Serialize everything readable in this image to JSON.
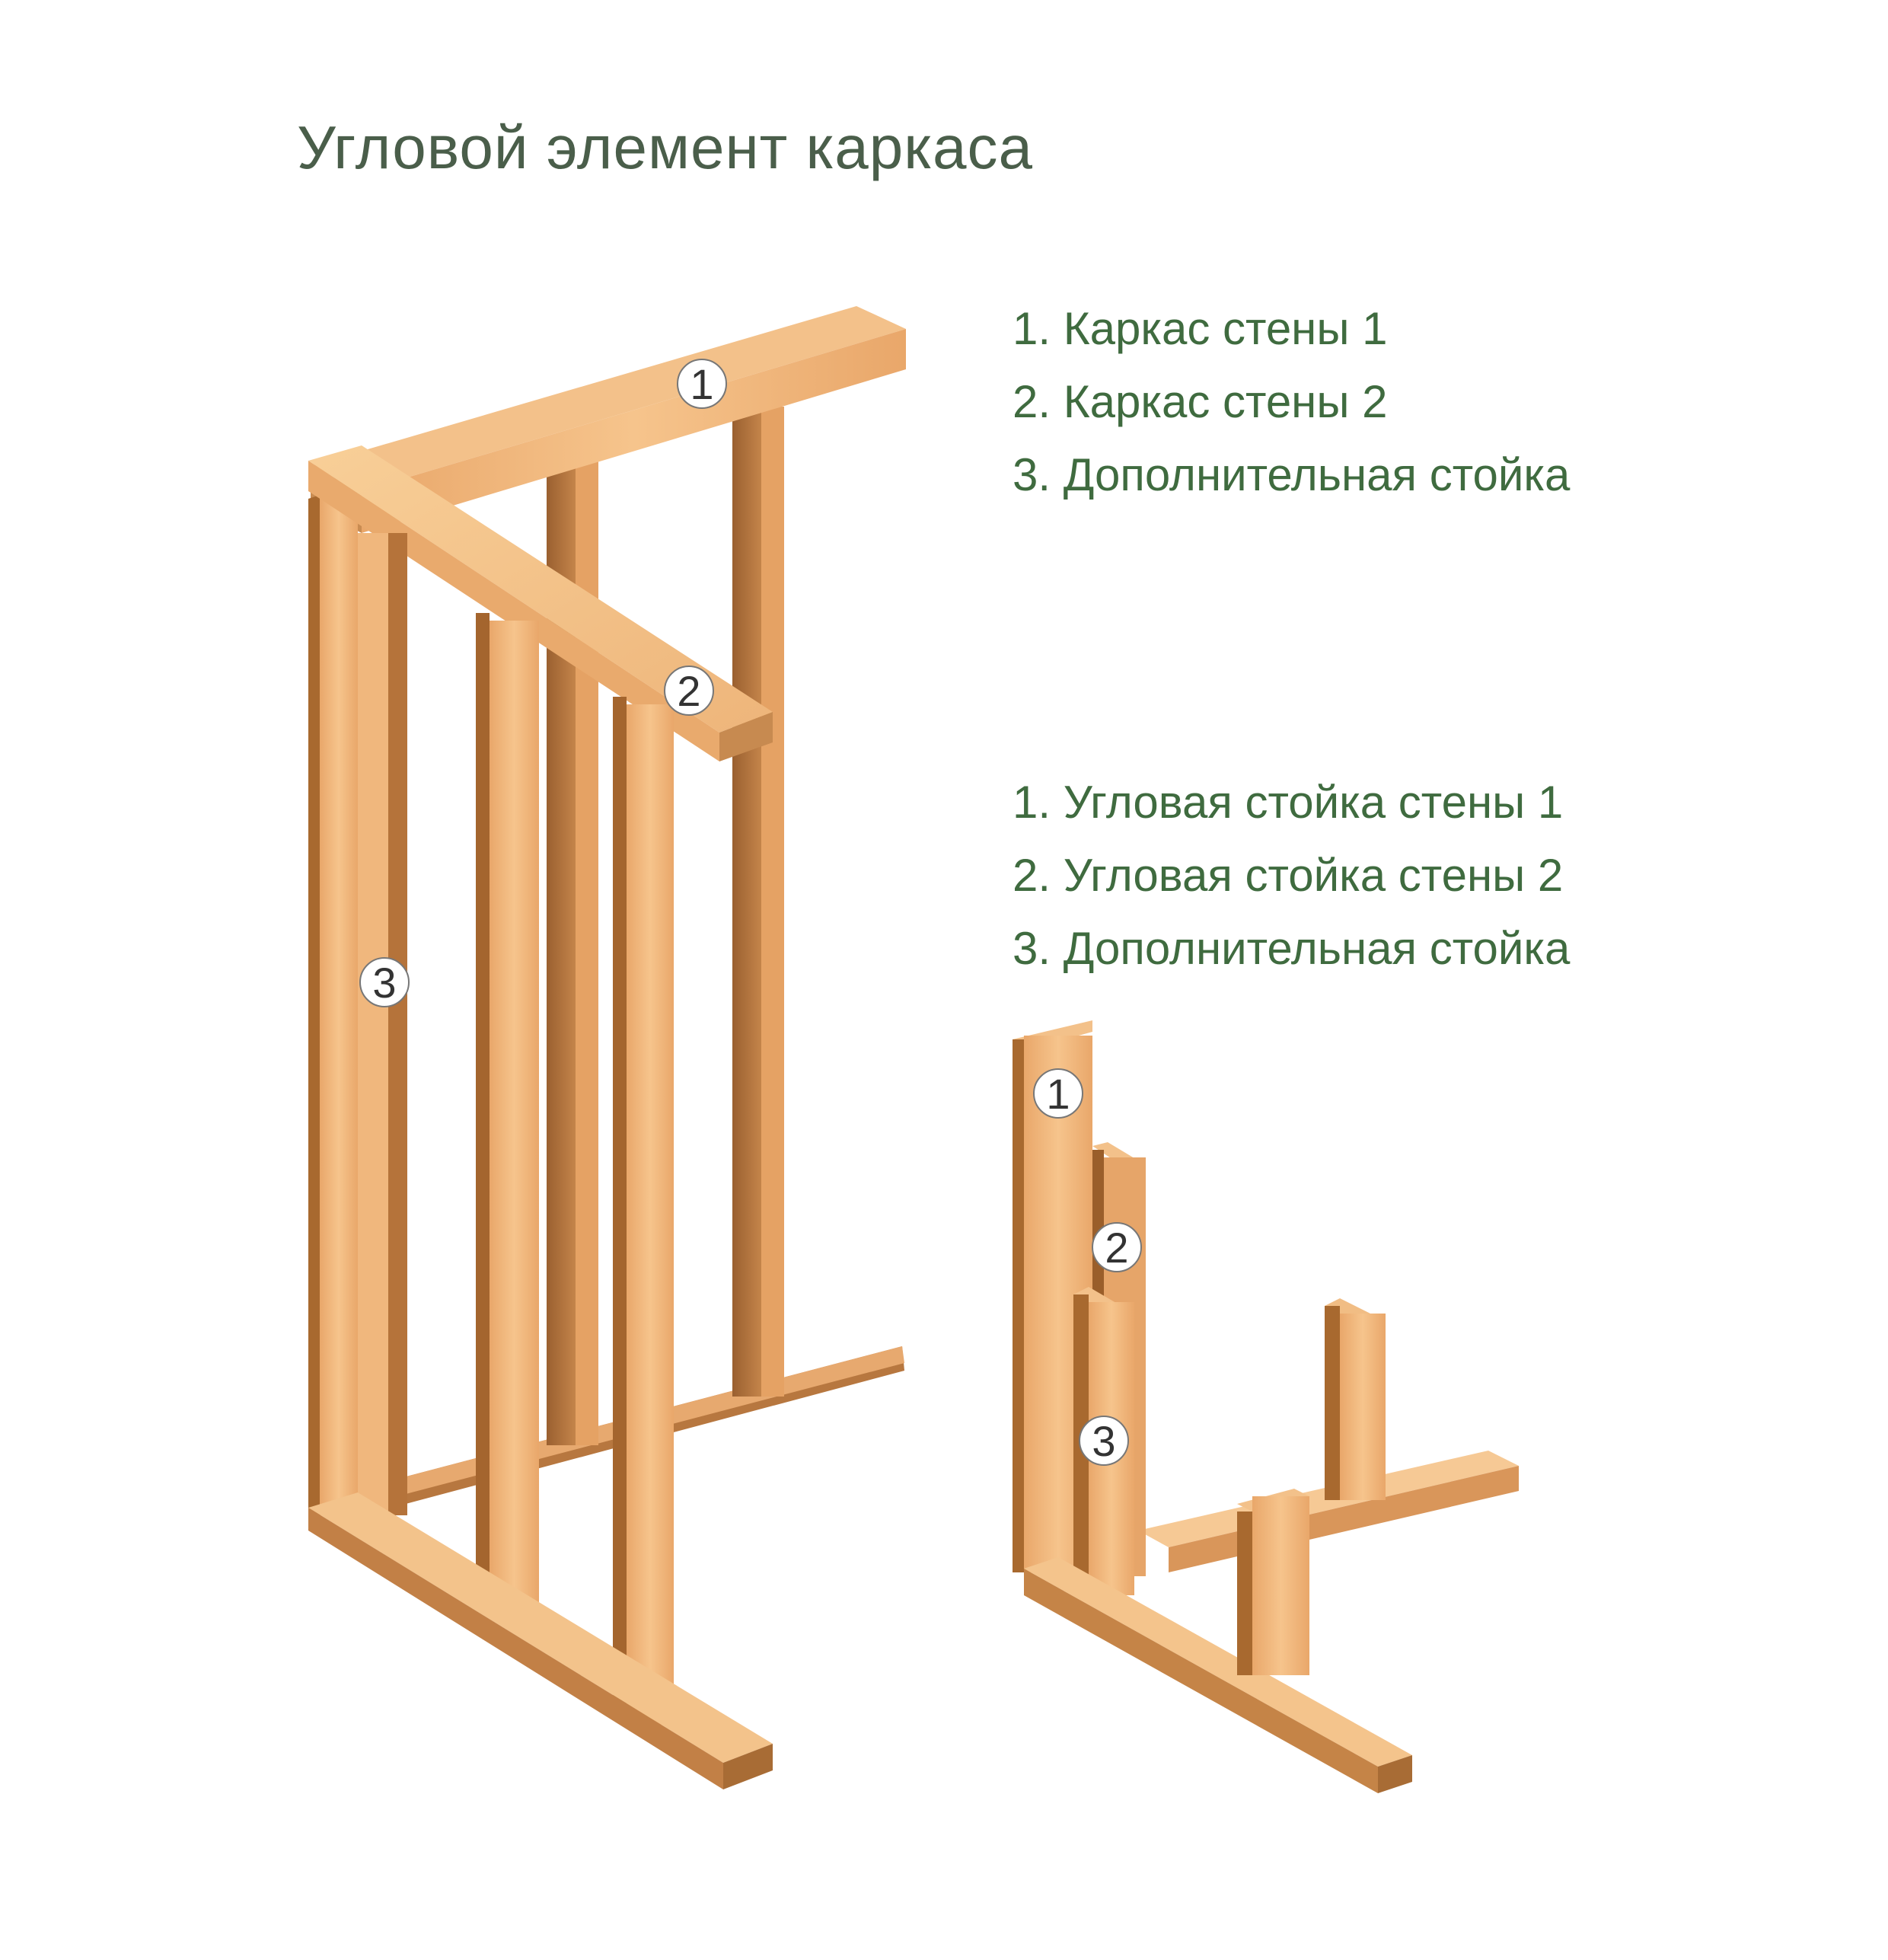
{
  "title": "Угловой элемент каркаса",
  "legend_frame": [
    "1. Каркас стены 1",
    "2. Каркас стены 2",
    "3. Дополнительная стойка"
  ],
  "legend_corner": [
    "1. Угловая стойка стены 1",
    "2. Угловая стойка стены 2",
    "3. Дополнительная стойка"
  ],
  "callouts_frame": [
    "1",
    "2",
    "3"
  ],
  "callouts_corner": [
    "1",
    "2",
    "3"
  ],
  "colors": {
    "wood_face": "#f0b679",
    "wood_light": "#f8cd95",
    "wood_side": "#b8763f",
    "wood_dark": "#7a4a22",
    "title_text": "#4a5e4a",
    "legend_text": "#3f6b3f"
  }
}
